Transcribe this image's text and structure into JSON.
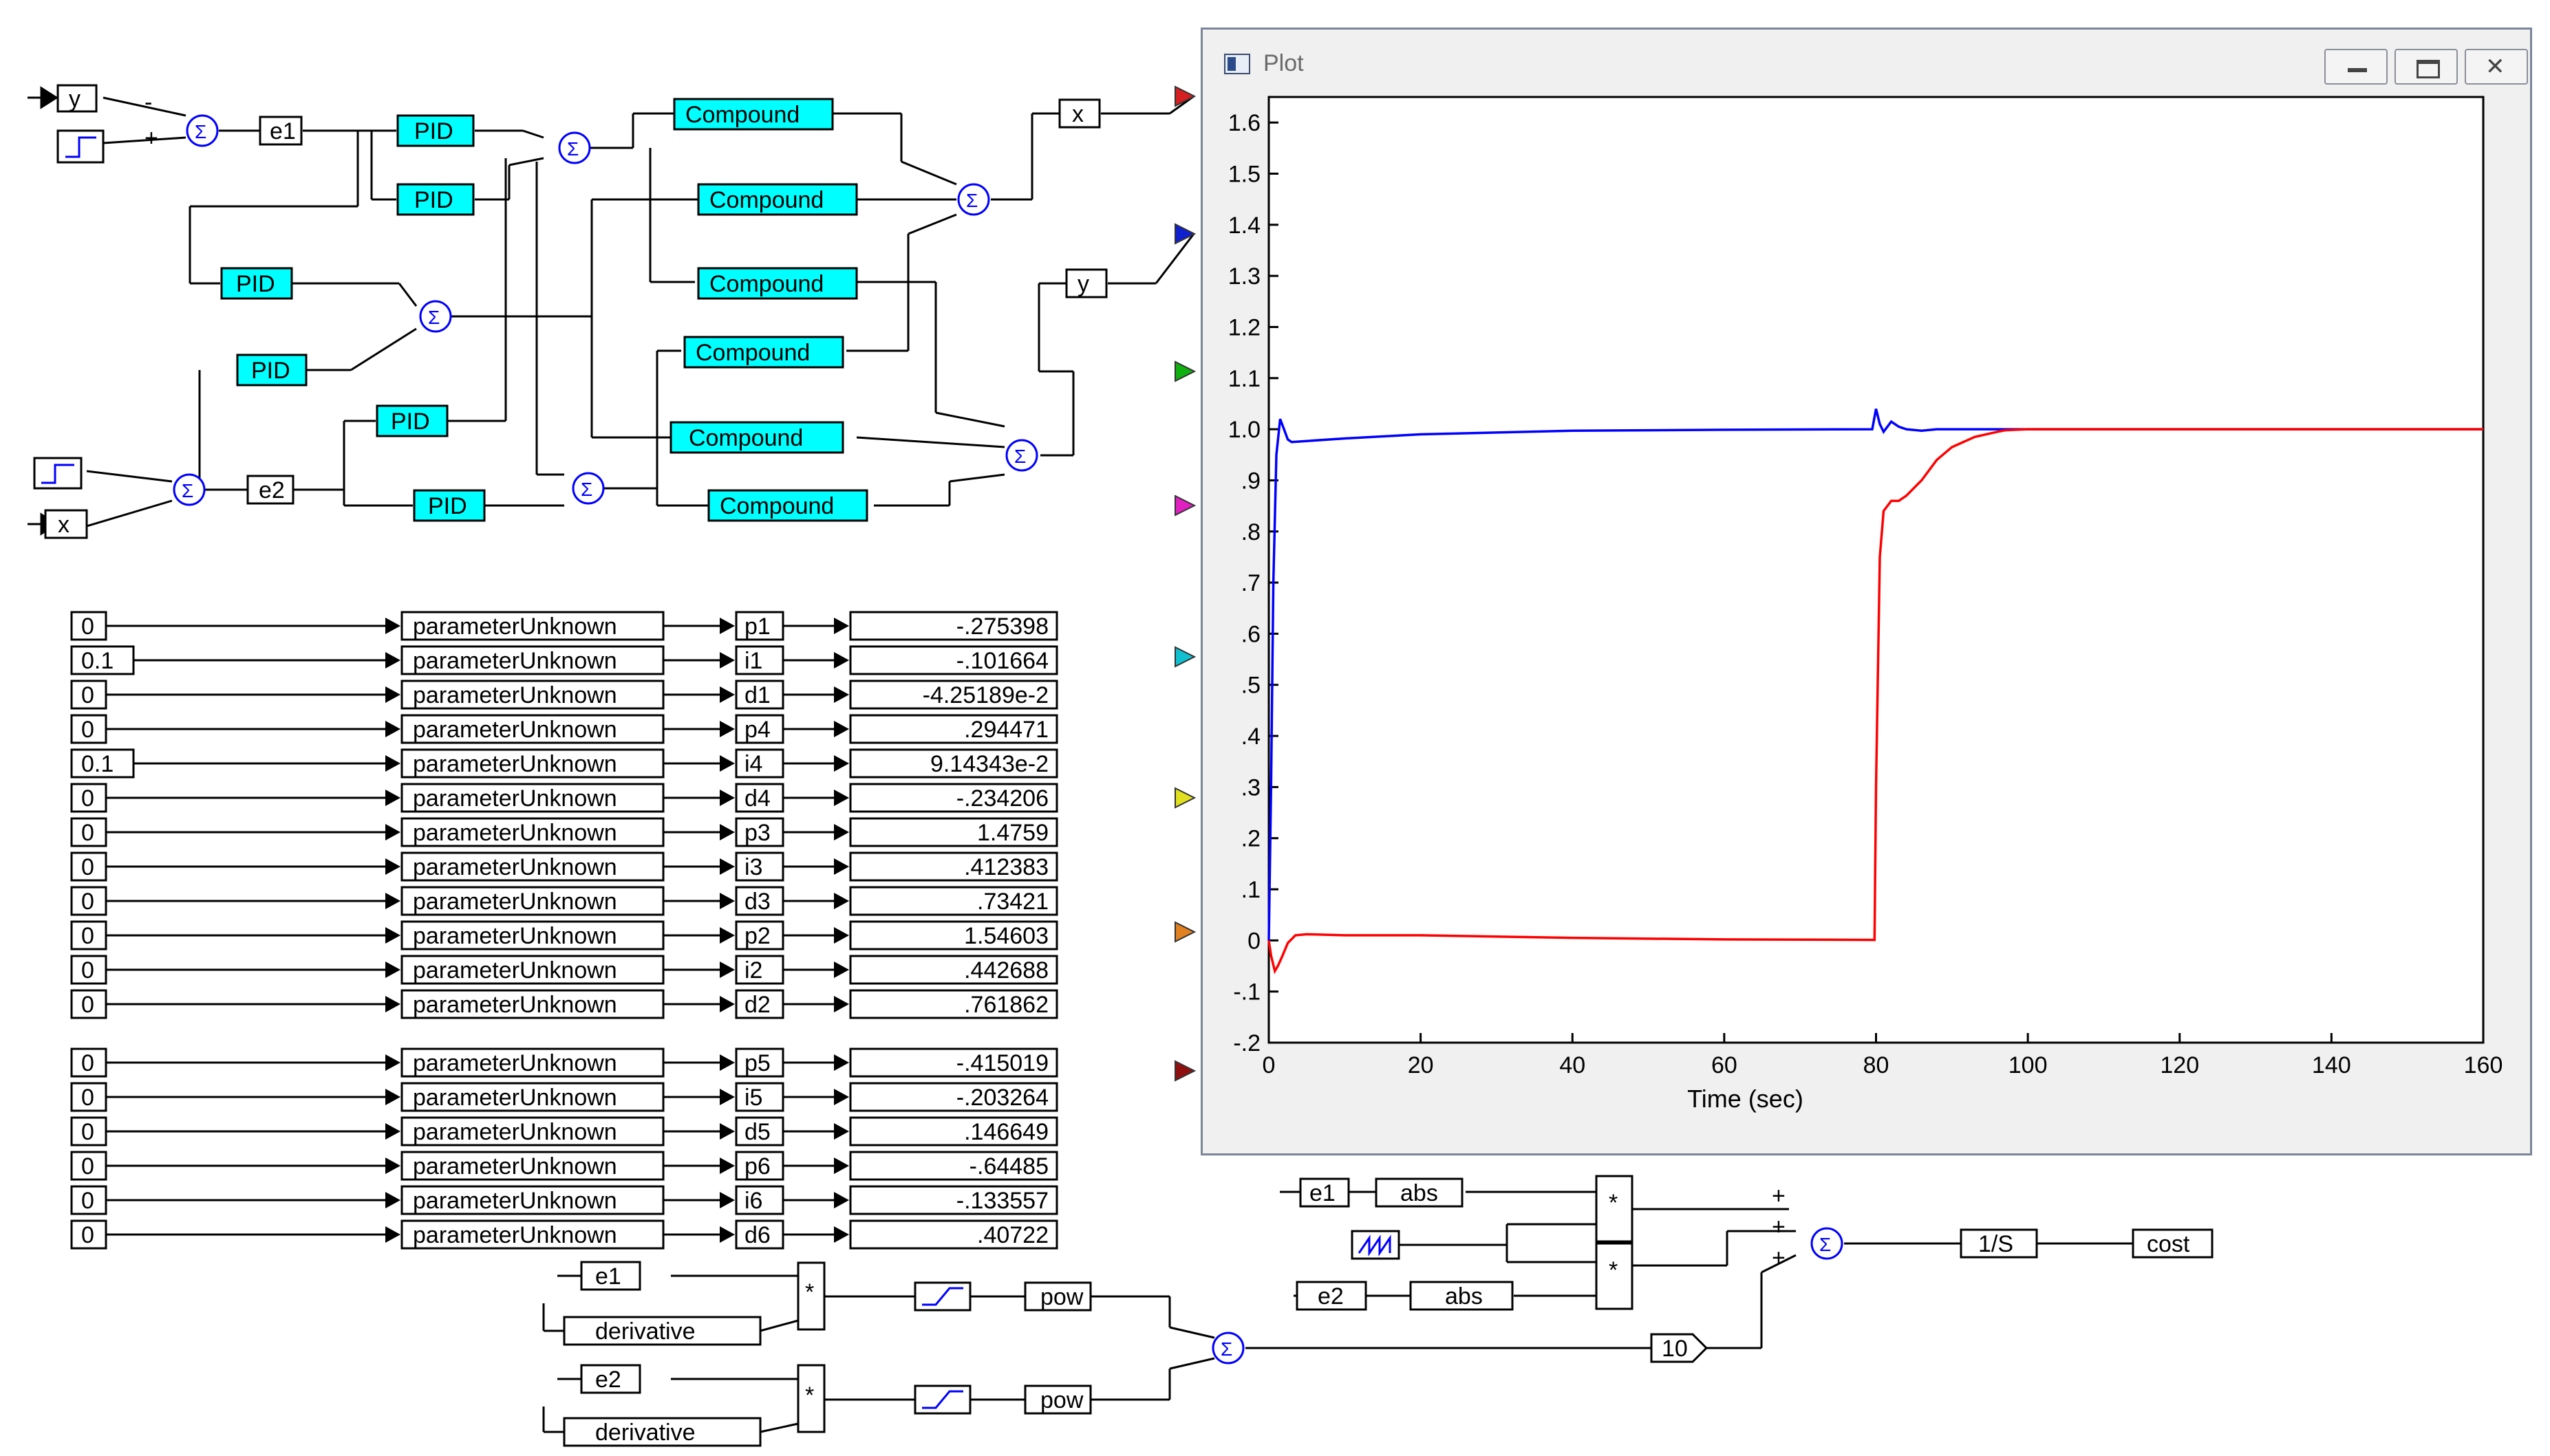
{
  "diagram": {
    "inputs_top": [
      "y",
      "x"
    ],
    "e1_label": "e1",
    "e2_label": "e2",
    "pid_label": "PID",
    "compound_label": "Compound",
    "out_labels": [
      "x",
      "y"
    ],
    "plus": "+",
    "minus": "-",
    "parameter_block_label": "parameterUnknown",
    "parameters": [
      {
        "input": "0",
        "name": "p1",
        "value": "-.275398"
      },
      {
        "input": "0.1",
        "name": "i1",
        "value": "-.101664"
      },
      {
        "input": "0",
        "name": "d1",
        "value": "-4.25189e-2"
      },
      {
        "input": "0",
        "name": "p4",
        "value": ".294471"
      },
      {
        "input": "0.1",
        "name": "i4",
        "value": "9.14343e-2"
      },
      {
        "input": "0",
        "name": "d4",
        "value": "-.234206"
      },
      {
        "input": "0",
        "name": "p3",
        "value": "1.4759"
      },
      {
        "input": "0",
        "name": "i3",
        "value": ".412383"
      },
      {
        "input": "0",
        "name": "d3",
        "value": ".73421"
      },
      {
        "input": "0",
        "name": "p2",
        "value": "1.54603"
      },
      {
        "input": "0",
        "name": "i2",
        "value": ".442688"
      },
      {
        "input": "0",
        "name": "d2",
        "value": ".761862"
      }
    ],
    "parameters2": [
      {
        "input": "0",
        "name": "p5",
        "value": "-.415019"
      },
      {
        "input": "0",
        "name": "i5",
        "value": "-.203264"
      },
      {
        "input": "0",
        "name": "d5",
        "value": ".146649"
      },
      {
        "input": "0",
        "name": "p6",
        "value": "-.64485"
      },
      {
        "input": "0",
        "name": "i6",
        "value": "-.133557"
      },
      {
        "input": "0",
        "name": "d6",
        "value": ".40722"
      }
    ],
    "cost": {
      "e1": "e1",
      "e2": "e2",
      "abs": "abs",
      "mult": "*",
      "derivative": "derivative",
      "pow": "pow",
      "gain": "10",
      "integrator": "1/S",
      "output": "cost"
    }
  },
  "plot": {
    "window_title": "Plot",
    "icons": [
      "minimize-icon",
      "maximize-icon",
      "close-icon"
    ],
    "xlabel": "Time (sec)",
    "y_ticks": [
      "1.6",
      "1.5",
      "1.4",
      "1.3",
      "1.2",
      "1.1",
      "1.0",
      ".9",
      ".8",
      ".7",
      ".6",
      ".5",
      ".4",
      ".3",
      ".2",
      ".1",
      "0",
      "-.1",
      "-.2"
    ],
    "x_ticks": [
      "0",
      "20",
      "40",
      "60",
      "80",
      "100",
      "120",
      "140",
      "160"
    ],
    "marker_colors": [
      "#d42020",
      "#1020d0",
      "#10b010",
      "#e020c0",
      "#10c0d0",
      "#e0e020",
      "#e08020",
      "#901010"
    ],
    "series_colors": [
      "#ff0000",
      "#0000ff"
    ]
  },
  "chart_data": {
    "type": "line",
    "xlabel": "Time (sec)",
    "xlim": [
      0,
      160
    ],
    "ylim": [
      -0.2,
      1.65
    ],
    "series": [
      {
        "color": "#0000ff",
        "x": [
          0,
          0.3,
          0.6,
          1.0,
          1.5,
          2.0,
          2.5,
          3,
          5,
          10,
          20,
          40,
          60,
          79.5,
          80,
          80.5,
          81,
          82,
          83,
          84,
          86,
          88,
          90,
          100,
          120,
          140,
          160
        ],
        "y": [
          0,
          0.3,
          0.7,
          0.95,
          1.02,
          1.0,
          0.98,
          0.975,
          0.977,
          0.982,
          0.99,
          0.997,
          0.999,
          1.0,
          1.04,
          1.01,
          0.995,
          1.015,
          1.005,
          1.0,
          0.997,
          1.0,
          1.0,
          1.0,
          1.0,
          1.0,
          1.0
        ]
      },
      {
        "color": "#ff0000",
        "x": [
          0,
          0.3,
          0.8,
          1.2,
          1.8,
          2.5,
          3.5,
          5,
          10,
          20,
          40,
          60,
          79.8,
          80,
          80.5,
          81,
          82,
          83,
          84,
          86,
          88,
          90,
          93,
          96,
          97,
          100,
          120,
          140,
          160
        ],
        "y": [
          0,
          -0.03,
          -0.06,
          -0.05,
          -0.03,
          -0.005,
          0.01,
          0.012,
          0.01,
          0.01,
          0.005,
          0.002,
          0.001,
          0.3,
          0.75,
          0.84,
          0.86,
          0.86,
          0.87,
          0.9,
          0.94,
          0.965,
          0.985,
          0.995,
          0.998,
          1.0,
          1.0,
          1.0,
          1.0
        ]
      }
    ]
  }
}
